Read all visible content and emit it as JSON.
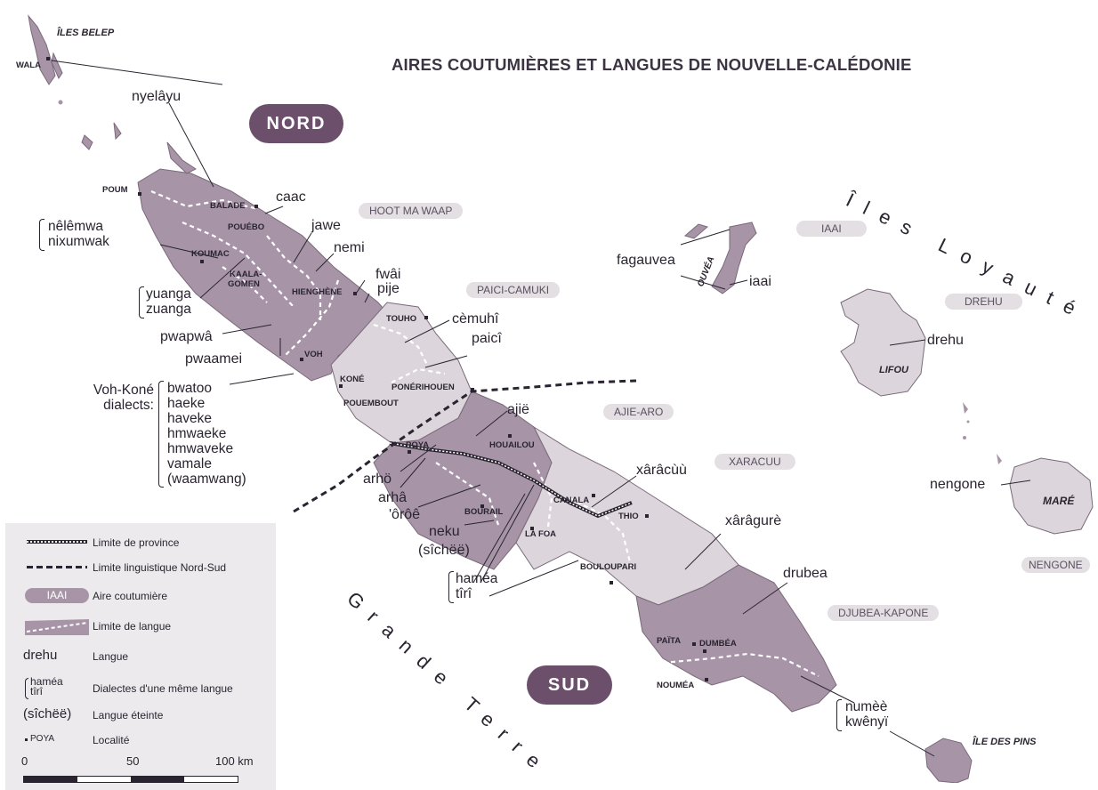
{
  "title": "AIRES COUTUMIÈRES ET LANGUES DE NOUVELLE-CALÉDONIE",
  "provinces": {
    "nord": "NORD",
    "sud": "SUD"
  },
  "areas": {
    "hoot": "HOOT MA WAAP",
    "paici": "PAICI-CAMUKI",
    "iaai": "IAAI",
    "drehu": "DREHU",
    "ajie": "AJIE-ARO",
    "xaracuu": "XARACUU",
    "nengone": "NENGONE",
    "djubea": "DJUBEA-KAPONE"
  },
  "island_labels": {
    "belep": "ÎLES BELEP",
    "ouvea": "OUVÉA",
    "lifou": "LIFOU",
    "mare": "MARÉ",
    "pins": "ÎLE DES PINS",
    "loyaute": "Îles Loyauté",
    "grande_terre": "Grande Terre"
  },
  "towns": {
    "wala": "WALA",
    "poum": "POUM",
    "balade": "BALADE",
    "pouebo": "POUÉBO",
    "koumac": "KOUMAC",
    "kaala": "KAALA-",
    "gomen": "GOMEN",
    "hienghene": "HIENGHÈNE",
    "touho": "TOUHO",
    "voh": "VOH",
    "kone": "KONÉ",
    "pouembout": "POUEMBOUT",
    "ponerihouen": "PONÉRIHOUEN",
    "poya": "POYA",
    "houailou": "HOUAILOU",
    "canala": "CANALA",
    "thio": "THIO",
    "bourail": "BOURAIL",
    "lafoa": "LA FOA",
    "boulouparis": "BOULOUPARI",
    "paita": "PAÏTA",
    "dumbea": "DUMBÉA",
    "noumea": "NOUMÉA"
  },
  "languages": {
    "nyelayu": "nyelâyu",
    "caac": "caac",
    "jawe": "jawe",
    "nemi": "nemi",
    "fwai": "fwâi",
    "pije": "pije",
    "cemuhi": "cèmuhî",
    "paici": "paicî",
    "ajie": "ajië",
    "pwapwa": "pwapwâ",
    "pwaamei": "pwaamei",
    "xaracuu": "xârâcùù",
    "xaragure": "xârâgurè",
    "drubea": "drubea",
    "fagauvea": "fagauvea",
    "iaai": "iaai",
    "drehu": "drehu",
    "nengone": "nengone",
    "arho": "arhö",
    "arha": "arhâ",
    "oroe": "'ôrôê",
    "neku": "neku",
    "sichee": "(sîchëë)"
  },
  "dialect_groups": {
    "nelemwa": [
      "nêlêmwa",
      "nixumwak"
    ],
    "yuanga": [
      "yuanga",
      "zuanga"
    ],
    "voh_kone_label": [
      "Voh-Koné",
      "dialects:"
    ],
    "voh_kone": [
      "bwatoo",
      "haeke",
      "haveke",
      "hmwaeke",
      "hmwaveke",
      "vamale",
      "(waamwang)"
    ],
    "hamea": [
      "haméa",
      "tîrî"
    ],
    "numee": [
      "numèè",
      "kwênyï"
    ]
  },
  "legend": {
    "province": "Limite de province",
    "ling": "Limite linguistique Nord-Sud",
    "aire_key": "IAAI",
    "aire": "Aire coutumière",
    "langue_limit": "Limite de langue",
    "langue_key": "drehu",
    "langue": "Langue",
    "dialect_key": [
      "haméa",
      "tîrî"
    ],
    "dialect": "Dialectes d'une même langue",
    "extinct_key": "(sîchëë)",
    "extinct": "Langue éteinte",
    "locality_key": "POYA",
    "locality": "Localité"
  },
  "scale": {
    "zero": "0",
    "mid": "50",
    "end": "100 km"
  },
  "colors": {
    "dark": "#a795a7",
    "light": "#dcd6dc",
    "pill": "#6b4f6b"
  }
}
